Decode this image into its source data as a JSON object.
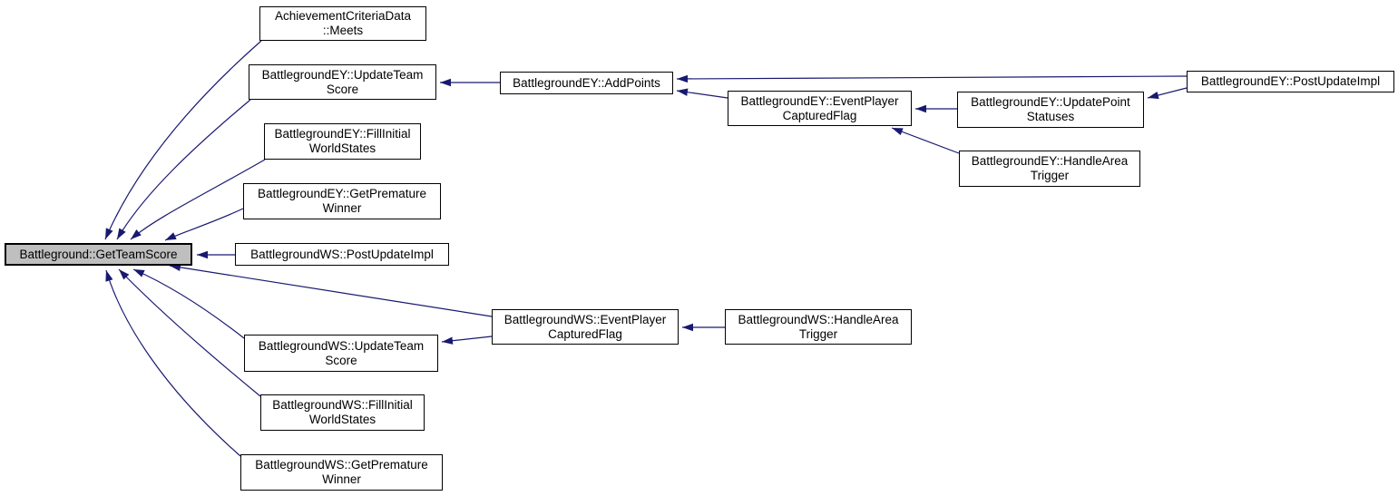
{
  "diagram_type": "caller-graph",
  "colors": {
    "edge": "#191970",
    "node_border": "#000000",
    "node_fill": "#ffffff",
    "focus_fill": "#bfbfbf",
    "bg": "#ffffff"
  },
  "nodes": {
    "meets": {
      "line1": "AchievementCriteriaData",
      "line2": "::Meets"
    },
    "eyUpdateTeam": {
      "line1": "BattlegroundEY::UpdateTeam",
      "line2": "Score"
    },
    "eyFillInitial": {
      "line1": "BattlegroundEY::FillInitial",
      "line2": "WorldStates"
    },
    "eyGetPremature": {
      "line1": "BattlegroundEY::GetPremature",
      "line2": "Winner"
    },
    "main": {
      "line1": "Battleground::GetTeamScore"
    },
    "wsPostUpdate": {
      "line1": "BattlegroundWS::PostUpdateImpl"
    },
    "wsUpdateTeam": {
      "line1": "BattlegroundWS::UpdateTeam",
      "line2": "Score"
    },
    "wsFillInitial": {
      "line1": "BattlegroundWS::FillInitial",
      "line2": "WorldStates"
    },
    "wsGetPremature": {
      "line1": "BattlegroundWS::GetPremature",
      "line2": "Winner"
    },
    "eyAddPoints": {
      "line1": "BattlegroundEY::AddPoints"
    },
    "eyEventPlayer": {
      "line1": "BattlegroundEY::EventPlayer",
      "line2": "CapturedFlag"
    },
    "eyUpdatePoint": {
      "line1": "BattlegroundEY::UpdatePoint",
      "line2": "Statuses"
    },
    "eyPostUpdate": {
      "line1": "BattlegroundEY::PostUpdateImpl"
    },
    "eyHandleArea": {
      "line1": "BattlegroundEY::HandleArea",
      "line2": "Trigger"
    },
    "wsEventPlayer": {
      "line1": "BattlegroundWS::EventPlayer",
      "line2": "CapturedFlag"
    },
    "wsHandleArea": {
      "line1": "BattlegroundWS::HandleArea",
      "line2": "Trigger"
    }
  },
  "edges": [
    {
      "from": "meets",
      "to": "main"
    },
    {
      "from": "eyUpdateTeam",
      "to": "main"
    },
    {
      "from": "eyFillInitial",
      "to": "main"
    },
    {
      "from": "eyGetPremature",
      "to": "main"
    },
    {
      "from": "wsPostUpdate",
      "to": "main"
    },
    {
      "from": "wsEventPlayer",
      "to": "main"
    },
    {
      "from": "wsUpdateTeam",
      "to": "main"
    },
    {
      "from": "wsFillInitial",
      "to": "main"
    },
    {
      "from": "wsGetPremature",
      "to": "main"
    },
    {
      "from": "eyAddPoints",
      "to": "eyUpdateTeam"
    },
    {
      "from": "eyEventPlayer",
      "to": "eyAddPoints"
    },
    {
      "from": "eyPostUpdate",
      "to": "eyAddPoints"
    },
    {
      "from": "eyUpdatePoint",
      "to": "eyEventPlayer"
    },
    {
      "from": "eyPostUpdate",
      "to": "eyUpdatePoint"
    },
    {
      "from": "eyHandleArea",
      "to": "eyEventPlayer"
    },
    {
      "from": "wsHandleArea",
      "to": "wsEventPlayer"
    },
    {
      "from": "wsEventPlayer",
      "to": "wsUpdateTeam"
    }
  ]
}
